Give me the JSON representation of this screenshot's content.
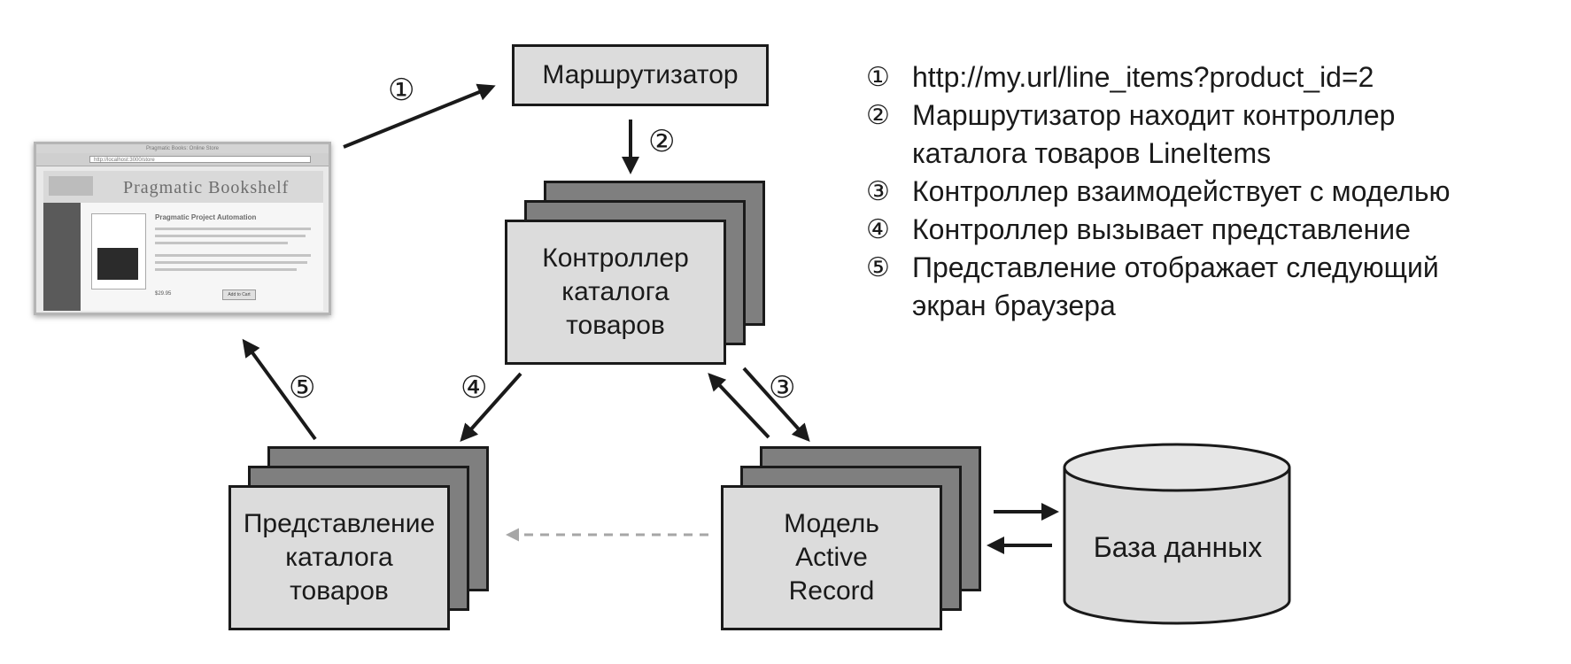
{
  "diagram": {
    "router_label": "Маршрутизатор",
    "controller_label": "Контроллер\nкаталога\nтоваров",
    "view_label": "Представление\nкаталога\nтоваров",
    "model_label": "Модель\nActive\nRecord",
    "database_label": "База данных",
    "step_markers": [
      "①",
      "②",
      "③",
      "④",
      "⑤"
    ]
  },
  "browser": {
    "window_title": "Pragmatic Books: Online Store",
    "url": "http://localhost:3000/store",
    "banner_title": "Pragmatic Bookshelf",
    "product_heading": "Pragmatic Project Automation",
    "price": "$29.95",
    "add_button": "Add to Cart"
  },
  "legend": {
    "items": [
      {
        "num": "①",
        "text": "http://my.url/line_items?product_id=2"
      },
      {
        "num": "②",
        "text": "Маршрутизатор находит контроллер\nкаталога товаров LineItems"
      },
      {
        "num": "③",
        "text": "Контроллер взаимодействует с моделью"
      },
      {
        "num": "④",
        "text": "Контроллер вызывает представление"
      },
      {
        "num": "⑤",
        "text": "Представление отображает следующий\nэкран браузера"
      }
    ]
  },
  "colors": {
    "box_fill": "#dcdcdc",
    "box_back": "#7f7f7f",
    "stroke": "#1a1a1a",
    "dashed_arrow": "#a6a6a6"
  }
}
